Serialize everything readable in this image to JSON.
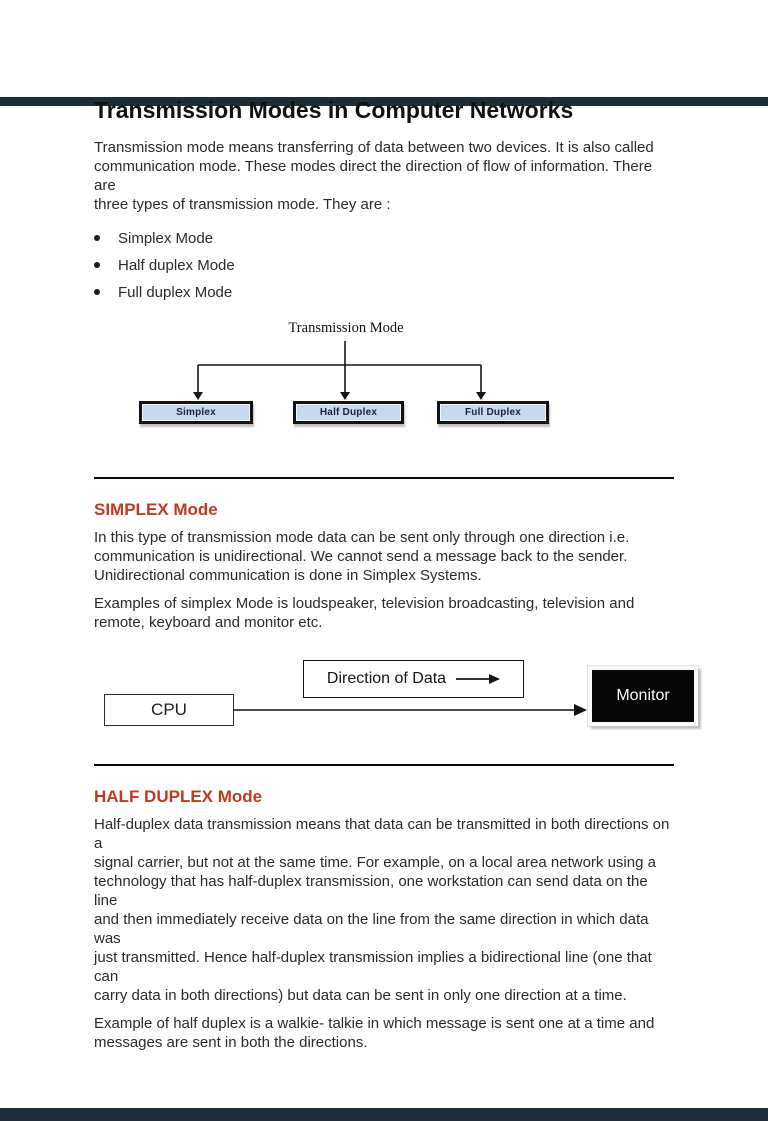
{
  "viewer": {
    "bar_color": "#1d2e37"
  },
  "doc": {
    "title": "Transmission Modes in Computer Networks",
    "intro": "Transmission mode means transferring of data between two devices. It is also called\ncommunication mode. These modes direct the direction of flow of information. There are\nthree types of transmission mode. They are :",
    "bullets": [
      {
        "label": "Simplex Mode"
      },
      {
        "label": "Half duplex Mode"
      },
      {
        "label": "Full duplex Mode"
      }
    ],
    "tree": {
      "root_label": "Transmission Mode",
      "children": [
        {
          "label": "Simplex"
        },
        {
          "label": "Half Duplex"
        },
        {
          "label": "Full Duplex"
        }
      ],
      "box_fill": "#c6d9f1"
    },
    "simplex": {
      "heading": "SIMPLEX Mode",
      "heading_color": "#c0391e",
      "para1": "In this type of transmission mode data can be sent only through one direction i.e.\ncommunication is unidirectional. We cannot send a message back to the sender.\nUnidirectional communication is done in Simplex Systems.",
      "para2": "Examples of simplex Mode is loudspeaker, television broadcasting, television and\nremote, keyboard and monitor etc.",
      "diagram": {
        "source_label": "CPU",
        "flow_label": "Direction of Data",
        "target_label": "Monitor"
      }
    },
    "half_duplex": {
      "heading": "HALF DUPLEX Mode",
      "heading_color": "#c0391e",
      "para1": "Half-duplex data transmission means that data can be transmitted in both directions on a\nsignal carrier, but not at the same time. For example, on a local area network using a\ntechnology that has half-duplex transmission, one workstation can send data on the line\nand then immediately receive data on the line from the same direction in which data was\njust transmitted. Hence half-duplex transmission implies a bidirectional line (one that can\ncarry data in both directions) but data can be sent in only one direction at a time.",
      "para2": "Example of half duplex is a walkie- talkie in which message is sent one at a time and\nmessages are sent in both the directions."
    }
  }
}
